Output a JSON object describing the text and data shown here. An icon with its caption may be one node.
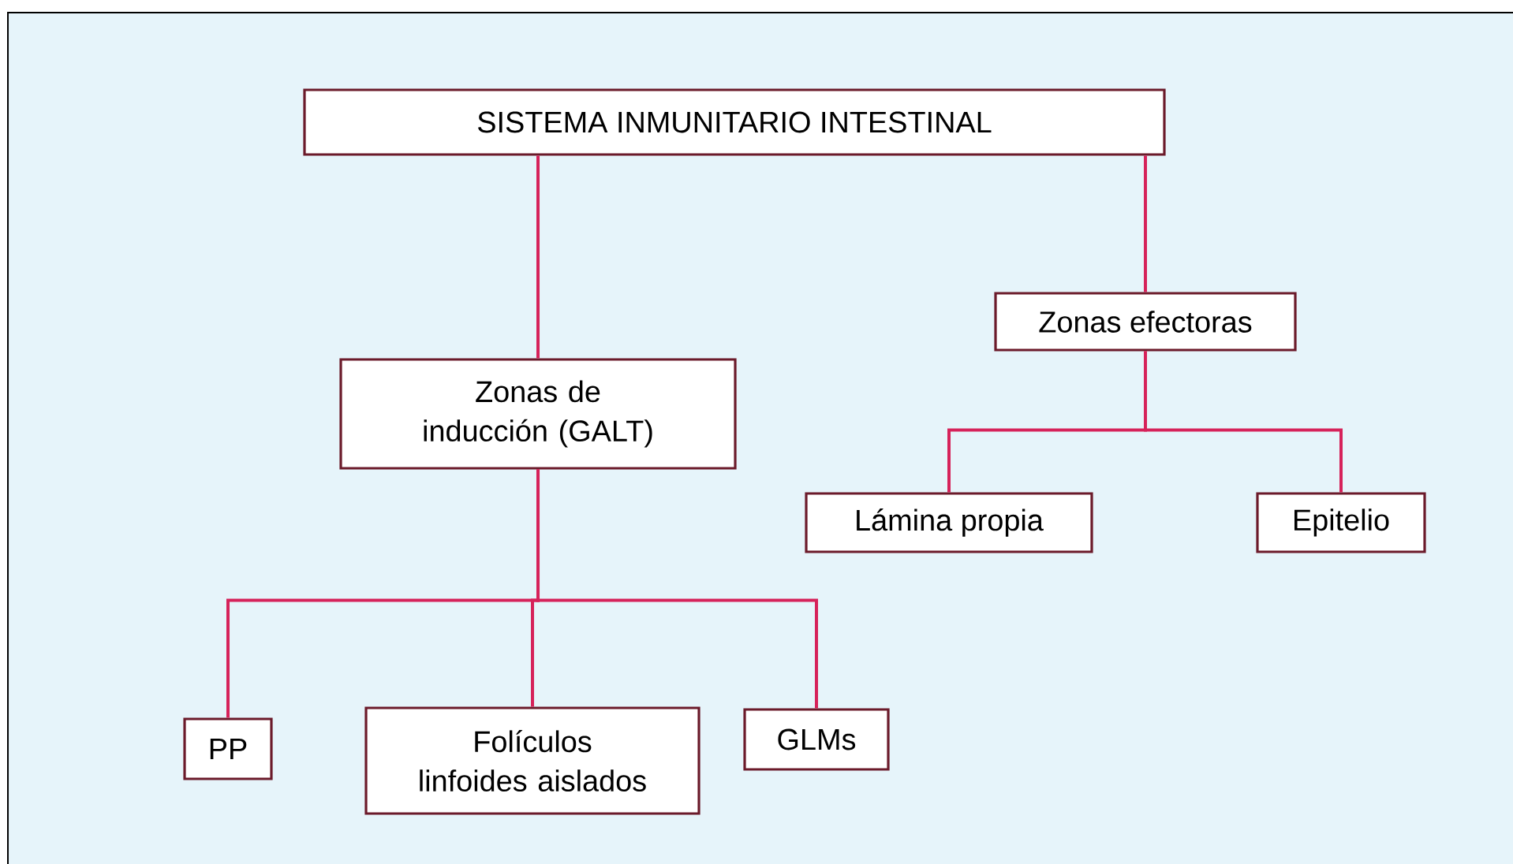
{
  "diagram": {
    "nodes": [
      {
        "text": [
          "SISTEMA INMUNITARIO INTESTINAL"
        ]
      },
      {
        "text": [
          "Zonas de inducción (GALT)"
        ]
      },
      {
        "text": [
          "Zonas efectoras"
        ]
      },
      {
        "text": [
          "Lámina propia"
        ]
      },
      {
        "text": [
          "Epitelio"
        ]
      },
      {
        "text": [
          "PP"
        ]
      },
      {
        "text": [
          "Folículos linfoides aislados"
        ]
      },
      {
        "text": [
          "GLMs"
        ]
      }
    ],
    "edges": [
      {
        "from": 0,
        "to": 1,
        "arrow": "none"
      },
      {
        "from": 0,
        "to": 2,
        "arrow": "none"
      },
      {
        "from": 2,
        "to": 3,
        "arrow": "none"
      },
      {
        "from": 2,
        "to": 4,
        "arrow": "none"
      },
      {
        "from": 1,
        "to": 5,
        "arrow": "none"
      },
      {
        "from": 1,
        "to": 6,
        "arrow": "none"
      },
      {
        "from": 1,
        "to": 7,
        "arrow": "none"
      }
    ]
  }
}
